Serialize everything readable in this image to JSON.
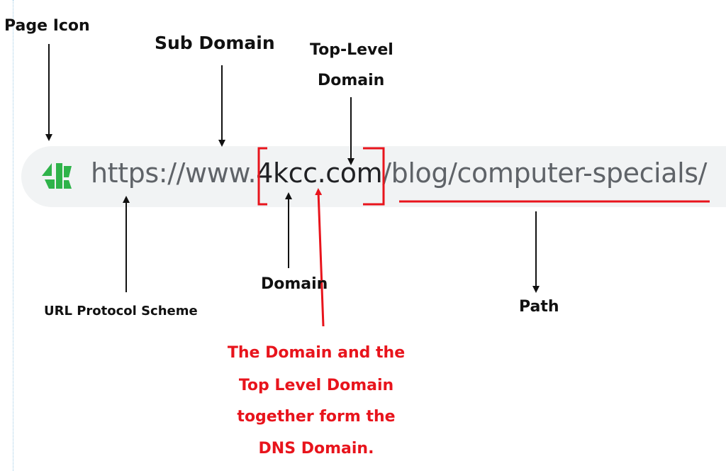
{
  "labels": {
    "page_icon": "Page Icon",
    "sub_domain": "Sub Domain",
    "top_level_domain_line1": "Top-Level",
    "top_level_domain_line2": "Domain",
    "domain": "Domain",
    "url_protocol_scheme": "URL Protocol Scheme",
    "path": "Path"
  },
  "url": {
    "scheme_and_subdomain": "https://www.",
    "dns_domain": "4kcc.com",
    "path": "/blog/computer-specials/"
  },
  "note": {
    "lines": [
      "The Domain and the",
      "Top Level Domain",
      "together form the",
      "DNS Domain."
    ]
  },
  "icons": {
    "page_icon": "4kcc-logo-icon"
  },
  "colors": {
    "highlight": "#e8141c",
    "label_text": "#111111",
    "url_text": "#5f6368",
    "address_bar": "#f1f3f4",
    "logo_green": "#2fb34a"
  }
}
